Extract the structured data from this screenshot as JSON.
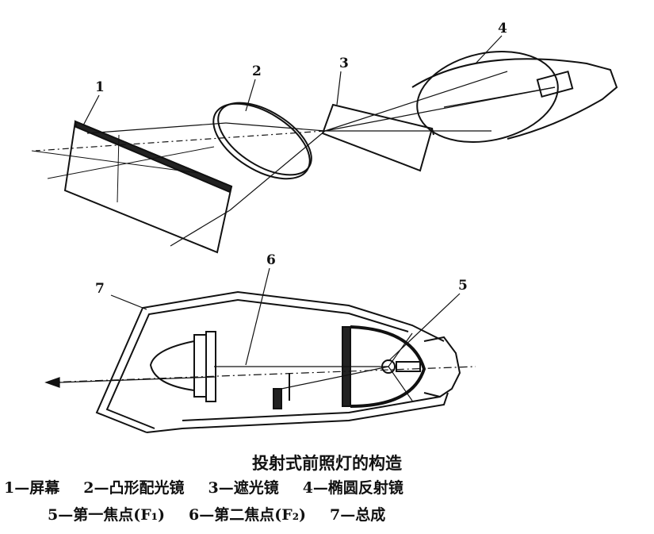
{
  "labels": {
    "l1": "1",
    "l2": "2",
    "l3": "3",
    "l4": "4",
    "l5": "5",
    "l6": "6",
    "l7": "7"
  },
  "caption": "投射式前照灯的构造",
  "legend": {
    "row1": [
      "1—屏幕",
      "2—凸形配光镜",
      "3—遮光镜",
      "4—椭圆反射镜"
    ],
    "row2": [
      "5—第一焦点(F₁)",
      "6—第二焦点(F₂)",
      "7—总成"
    ]
  }
}
